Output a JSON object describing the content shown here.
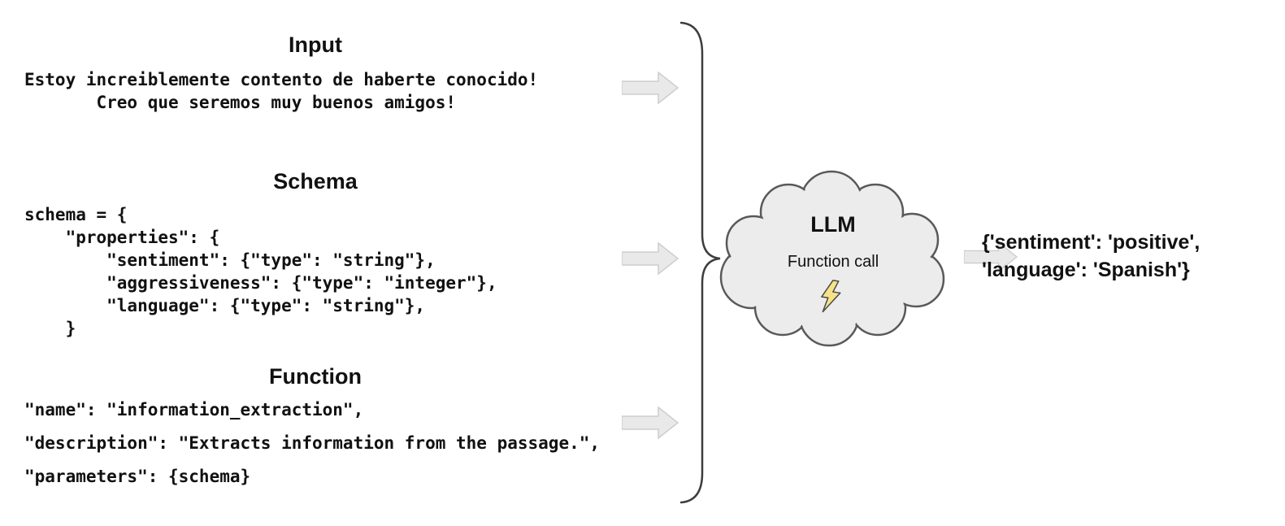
{
  "diagram": {
    "sections": {
      "input": {
        "title": "Input",
        "text": "Estoy increiblemente contento de haberte conocido!\n       Creo que seremos muy buenos amigos!"
      },
      "schema": {
        "title": "Schema",
        "code": "schema = {\n    \"properties\": {\n        \"sentiment\": {\"type\": \"string\"},\n        \"aggressiveness\": {\"type\": \"integer\"},\n        \"language\": {\"type\": \"string\"},\n    }"
      },
      "function": {
        "title": "Function",
        "lines": [
          "\"name\": \"information_extraction\",",
          "\"description\": \"Extracts information from the passage.\",",
          "\"parameters\": {schema}"
        ]
      }
    },
    "llm_cloud": {
      "title": "LLM",
      "subtitle": "Function call",
      "bolt_icon": "lightning-bolt"
    },
    "output": {
      "result": "{'sentiment': 'positive',\n'language': 'Spanish'}"
    },
    "icons": {
      "flow_arrow": "right-arrow"
    },
    "colors": {
      "arrow_fill": "#e9e9e9",
      "arrow_stroke": "#cdcdcd",
      "cloud_fill": "#ececec",
      "cloud_stroke": "#595959",
      "bolt_fill": "#f6e386",
      "bolt_stroke": "#4a4a4a",
      "brace_stroke": "#3d3d3d",
      "text": "#111111"
    }
  }
}
